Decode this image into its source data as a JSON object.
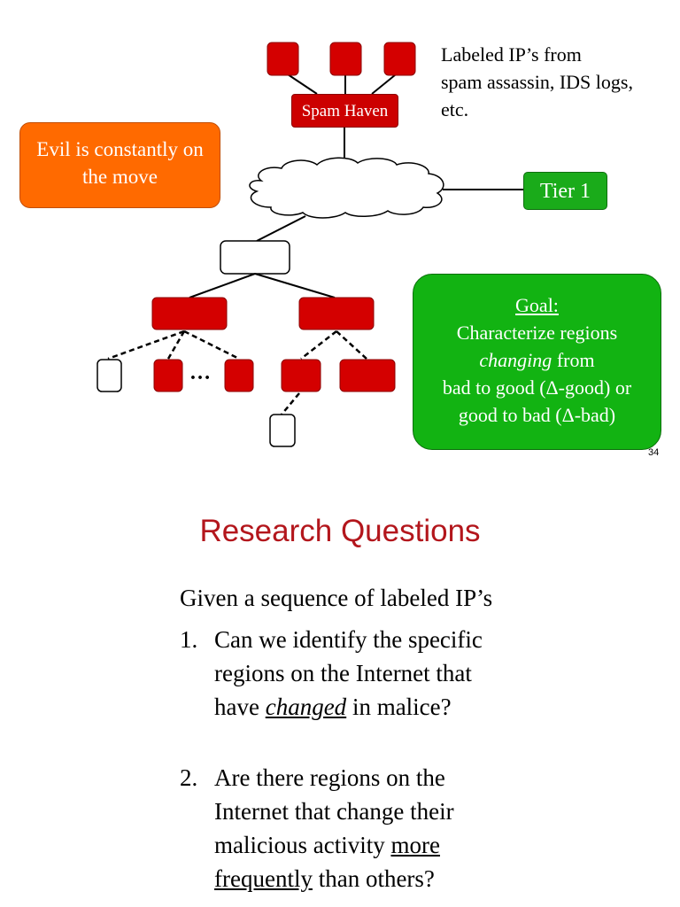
{
  "slide1": {
    "labeled_lines": [
      "Labeled IP’s from",
      "spam assassin, IDS logs,",
      "etc."
    ],
    "spam_haven_label": "Spam Haven",
    "evil_lines": [
      "Evil is constantly on",
      "the move"
    ],
    "tier1_label": "Tier 1",
    "goal": {
      "title": "Goal:",
      "line1": "Characterize regions",
      "line2_em": "changing",
      "line2_rest": " from",
      "line3": "bad to good (Δ-good) or",
      "line4": "good to bad (Δ-bad)"
    },
    "ellipsis": "…",
    "page_number": "34",
    "colors": {
      "red_node": "#d40000",
      "green": "#12b312",
      "orange": "#ff6a00"
    }
  },
  "slide2": {
    "title": "Research Questions",
    "intro": "Given a sequence of labeled IP’s",
    "q1": {
      "number": "1.",
      "line1": "Can we identify the specific",
      "line2": "regions on the Internet that",
      "line3_pre": "have ",
      "line3_em": "changed",
      "line3_post": " in malice?"
    },
    "q2": {
      "number": "2.",
      "line1": "Are there regions on the",
      "line2": "Internet that change their",
      "line3_pre": "malicious activity ",
      "line3_ul": "more",
      "line4_ul": "frequently",
      "line4_post": " than others?"
    },
    "title_color": "#b3161c"
  }
}
